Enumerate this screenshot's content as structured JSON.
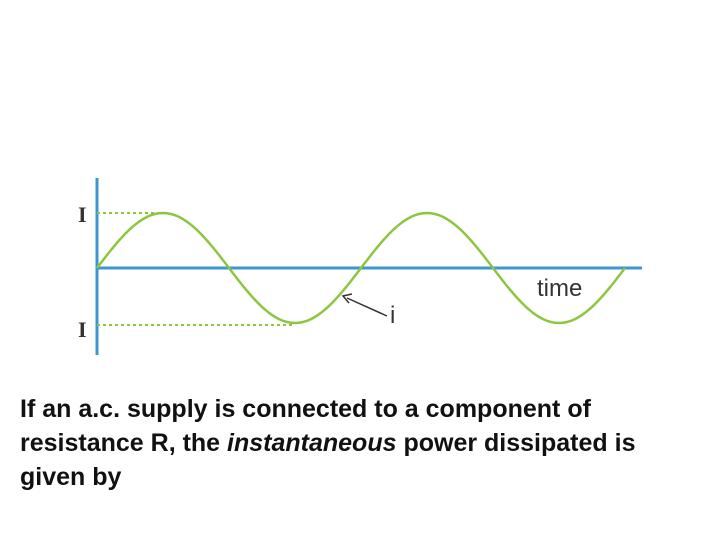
{
  "diagram": {
    "peak_label_top": "I",
    "peak_label_bottom": "I",
    "time_label": "time",
    "curve_label": "i",
    "colors": {
      "axis": "#3c96d2",
      "wave": "#8cc63f",
      "label": "#333333"
    }
  },
  "caption": {
    "part1": "If an a.c. supply is connected to a component of resistance R, the ",
    "emphasis": "instantaneous",
    "part2": " power dissipated is given by"
  }
}
